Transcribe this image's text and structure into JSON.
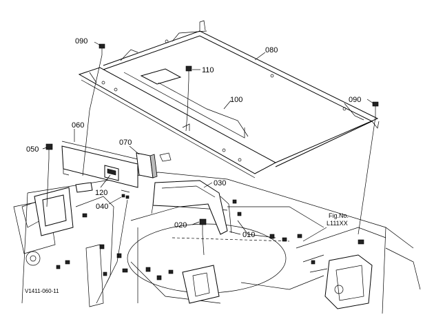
{
  "diagram": {
    "callouts": [
      "090",
      "080",
      "110",
      "100",
      "090",
      "060",
      "050",
      "070",
      "120",
      "040",
      "030",
      "020",
      "010"
    ],
    "figure_no_label": "Fig.No.",
    "figure_no_value": "L111XX",
    "image_code": "V1411-060-11"
  }
}
